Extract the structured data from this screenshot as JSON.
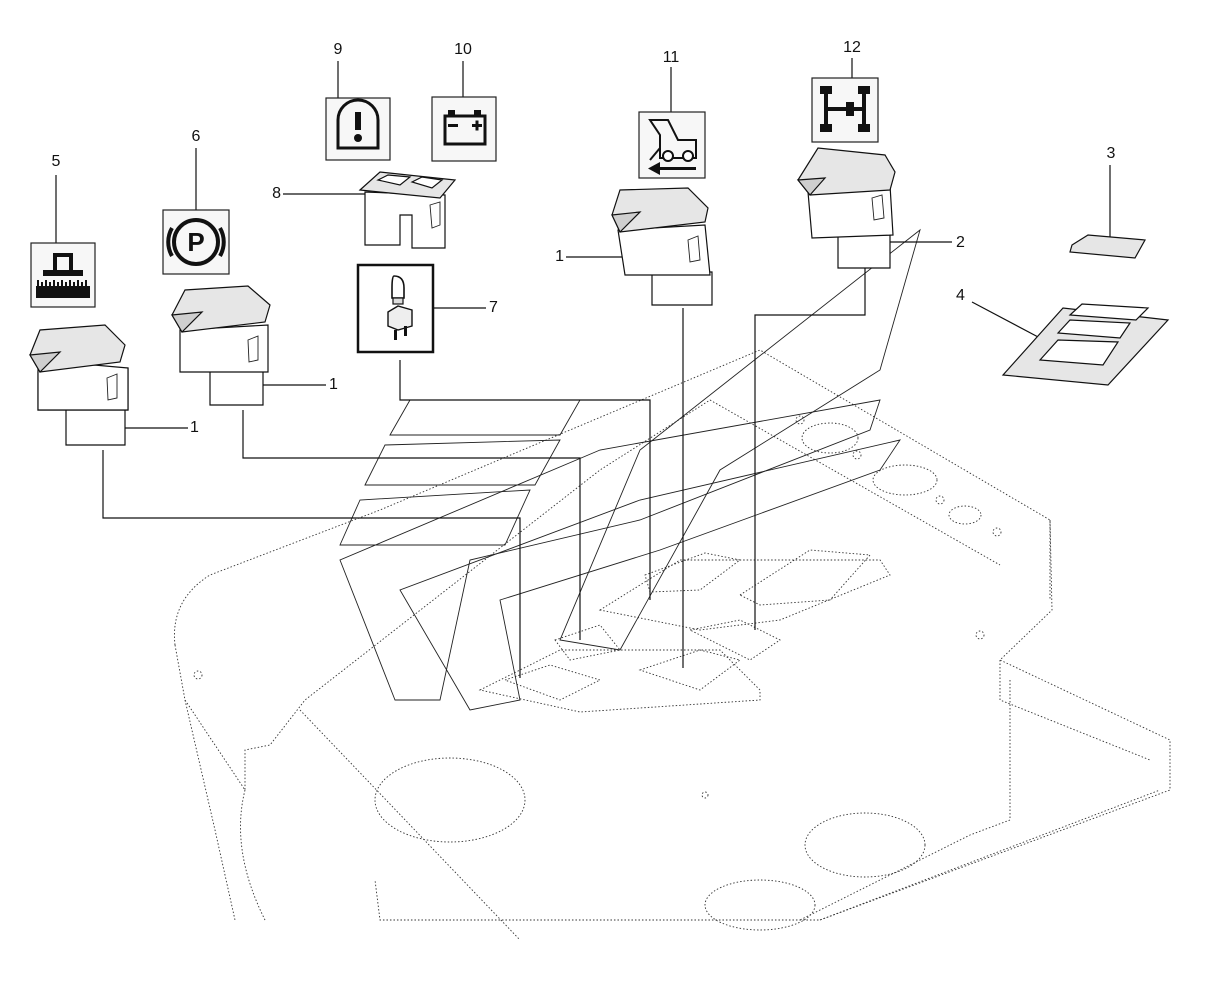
{
  "callouts": {
    "c1a": "1",
    "c1b": "1",
    "c1c": "1",
    "c2": "2",
    "c3": "3",
    "c4": "4",
    "c5": "5",
    "c6": "6",
    "c7": "7",
    "c8": "8",
    "c9": "9",
    "c10": "10",
    "c11": "11",
    "c12": "12"
  },
  "icons": {
    "i5": "implement-lift-icon",
    "i6": "parking-brake-icon",
    "i7": "bulb-lamp-icon",
    "i9": "warning-thermometer-icon",
    "i10": "battery-icon",
    "i11": "loader-reverse-icon",
    "i12": "four-wheel-drive-icon"
  },
  "colors": {
    "line": "#111111",
    "console": "#333333",
    "fill_light": "#e6e6e6"
  }
}
